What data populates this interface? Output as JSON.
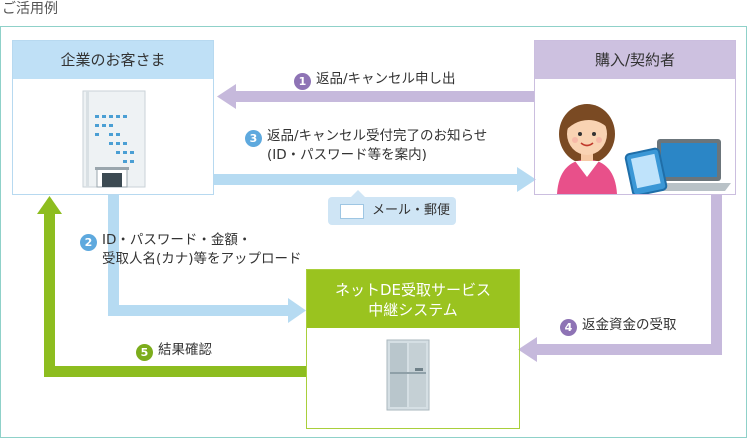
{
  "page": {
    "title": "ご活用例"
  },
  "nodes": {
    "client": {
      "label": "企業のお客さま"
    },
    "buyer": {
      "label": "購入/契約者"
    },
    "system": {
      "line1": "ネットDE受取サービス",
      "line2": "中継システム"
    }
  },
  "steps": [
    {
      "num": "1",
      "line1": "返品/キャンセル申し出",
      "color": "#8e73b5"
    },
    {
      "num": "2",
      "line1": "ID・パスワード・金額・",
      "line2": "受取人名(カナ)等をアップロード",
      "color": "#5ea9de"
    },
    {
      "num": "3",
      "line1": "返品/キャンセル受付完了のお知らせ",
      "line2": "(ID・パスワード等を案内)",
      "color": "#5ea9de"
    },
    {
      "num": "4",
      "line1": "返金資金の受取",
      "color": "#8e73b5"
    },
    {
      "num": "5",
      "line1": "結果確認",
      "color": "#7cad1c"
    }
  ],
  "mail_badge": {
    "label": "メール・郵便"
  },
  "colors": {
    "frame": "#8fd1c9",
    "blue_arrow": "#b6dbf2",
    "purple_arrow": "#c6b9dc",
    "green_arrow": "#8dbd1f"
  }
}
